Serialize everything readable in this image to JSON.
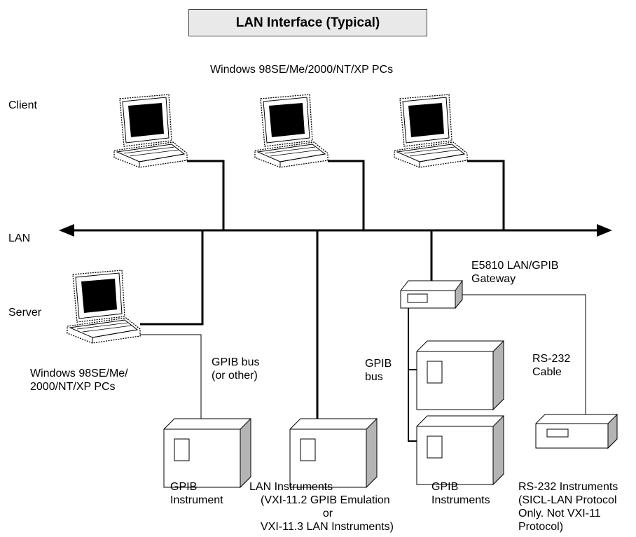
{
  "title": "LAN Interface (Typical)",
  "labels": {
    "pcs_top": "Windows 98SE/Me/2000/NT/XP PCs",
    "client": "Client",
    "lan": "LAN",
    "server": "Server",
    "pcs_bottom_1": "Windows 98SE/Me/",
    "pcs_bottom_2": "2000/NT/XP PCs",
    "gpib_bus_other_1": "GPIB bus",
    "gpib_bus_other_2": "(or other)",
    "gateway_1": "E5810 LAN/GPIB",
    "gateway_2": "Gateway",
    "gpib_bus_1": "GPIB",
    "gpib_bus_2": "bus",
    "rs232_cable_1": "RS-232",
    "rs232_cable_2": "Cable",
    "gpib_instrument_1": "GPIB",
    "gpib_instrument_2": "Instrument",
    "lan_instruments_1": "LAN Instruments",
    "lan_instruments_2": "(VXI-11.2 GPIB Emulation",
    "lan_instruments_3": "or",
    "lan_instruments_4": "VXI-11.3 LAN Instruments)",
    "gpib_instruments_1": "GPIB",
    "gpib_instruments_2": "Instruments",
    "rs232_instruments_1": "RS-232 Instruments",
    "rs232_instruments_2": "(SICL-LAN Protocol",
    "rs232_instruments_3": "Only. Not VXI-11",
    "rs232_instruments_4": "Protocol)"
  }
}
